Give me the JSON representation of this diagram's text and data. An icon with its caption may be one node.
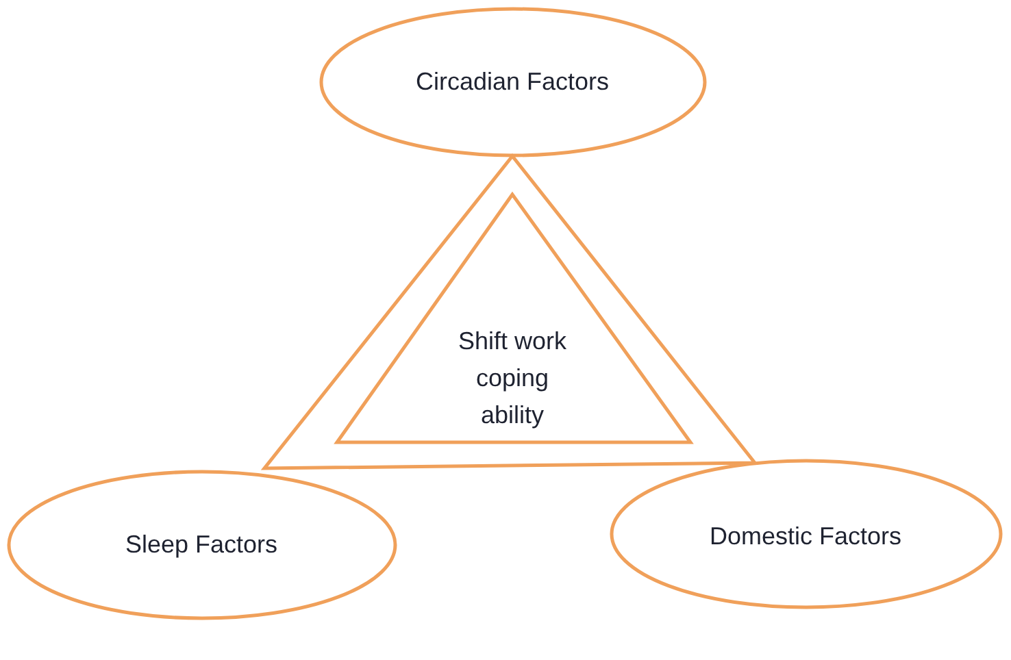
{
  "diagram": {
    "nodes": [
      {
        "text": [
          "Circadian Factors"
        ]
      },
      {
        "text": [],
        "shape": "triangle"
      },
      {
        "text": [
          "Shift work coping ability"
        ],
        "in": 1
      },
      {
        "text": [
          "Sleep Factors"
        ]
      },
      {
        "text": [
          "Domestic Factors"
        ]
      }
    ]
  }
}
